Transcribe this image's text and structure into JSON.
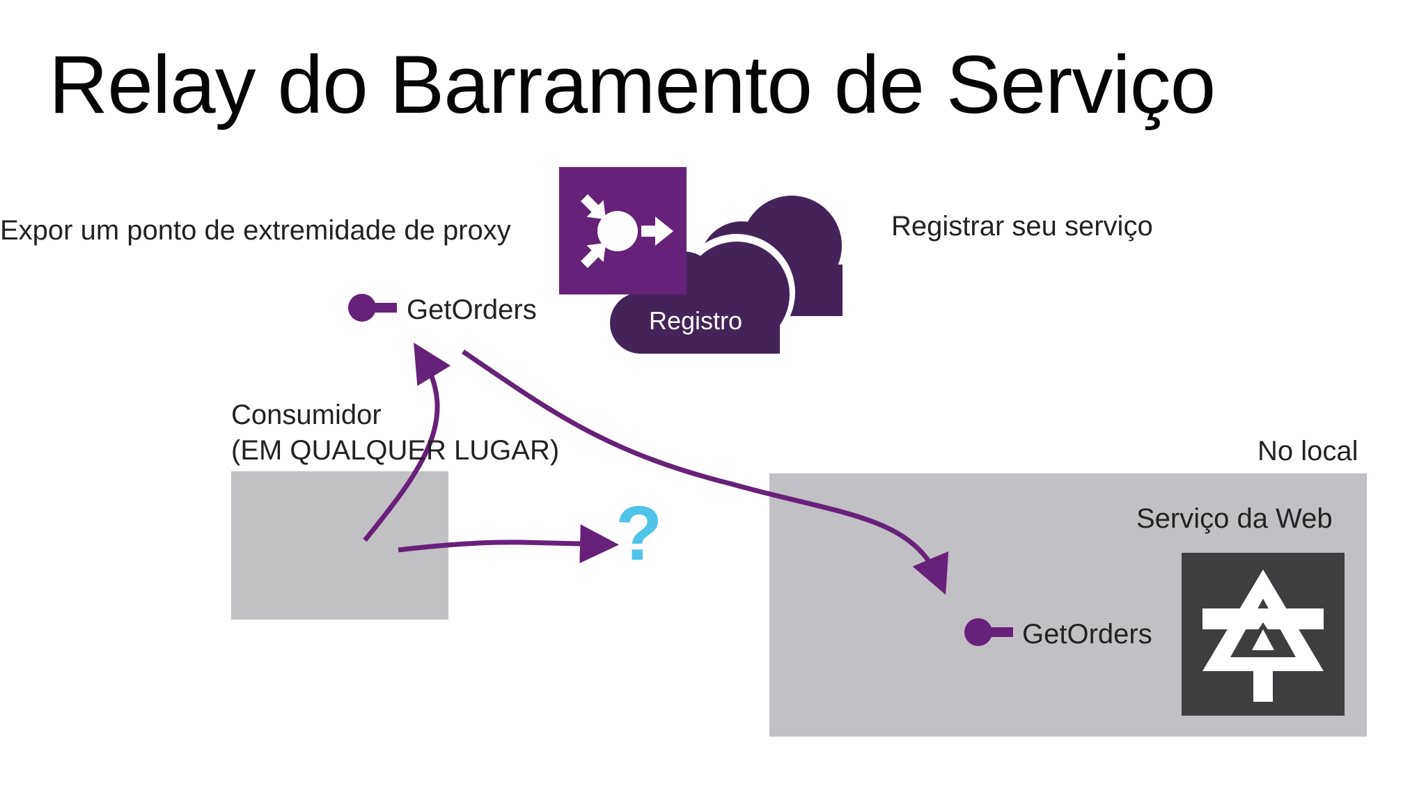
{
  "slide": {
    "title": "Relay do Barramento de Serviço",
    "expose_label": "Expor um ponto de extremidade de proxy",
    "register_label": "Registrar seu serviço",
    "registry_label": "Registro",
    "endpoint_top_label": "GetOrders",
    "consumer_title": "Consumidor",
    "consumer_subtitle": "(EM QUALQUER LUGAR)",
    "onprem_label": "No local",
    "webservice_label": "Serviço da Web",
    "endpoint_bottom_label": "GetOrders",
    "question_mark": "?"
  },
  "colors": {
    "purple": "#68217a",
    "dark_purple": "#44235a",
    "gray_box": "#c1c1c3",
    "dark_icon_bg": "#3e3d40",
    "question": "#4fc3e8"
  },
  "icons": [
    "relay-icon",
    "cloud-icon",
    "web-service-icon",
    "endpoint-icon"
  ]
}
